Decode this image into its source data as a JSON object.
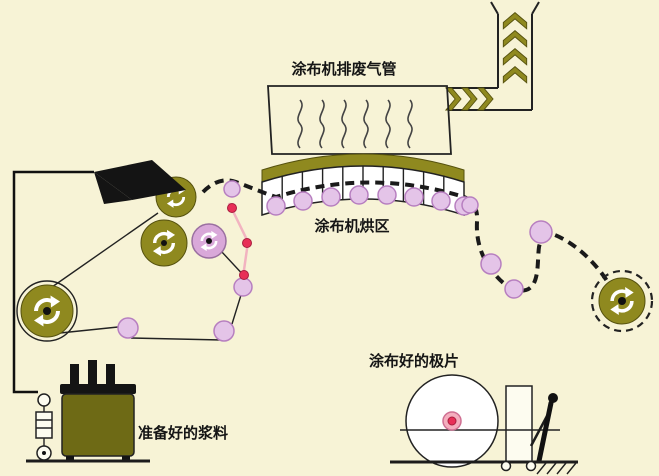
{
  "colors": {
    "background": "#f7f3d6",
    "olive": "#8f891f",
    "tank_olive": "#6e6a15",
    "roller_pink": "#e4c4e8",
    "roller_pink_stroke": "#b77fc0",
    "coater_roll_pink": "#d9a8d9",
    "hub_pink": "#f4aebe",
    "red_dot": "#e82f57",
    "line_dark": "#1a1a1a",
    "white": "#ffffff"
  },
  "labels": {
    "exhaust_pipe": "涂布机排废气管",
    "drying_zone": "涂布机烘区",
    "slurry": "准备好的浆料",
    "coated_sheet": "涂布好的极片"
  },
  "icons": {
    "rotation_arrow": "circular-rotation-arrows",
    "flow_up": "chevron-up",
    "flow_right": "chevron-right"
  }
}
